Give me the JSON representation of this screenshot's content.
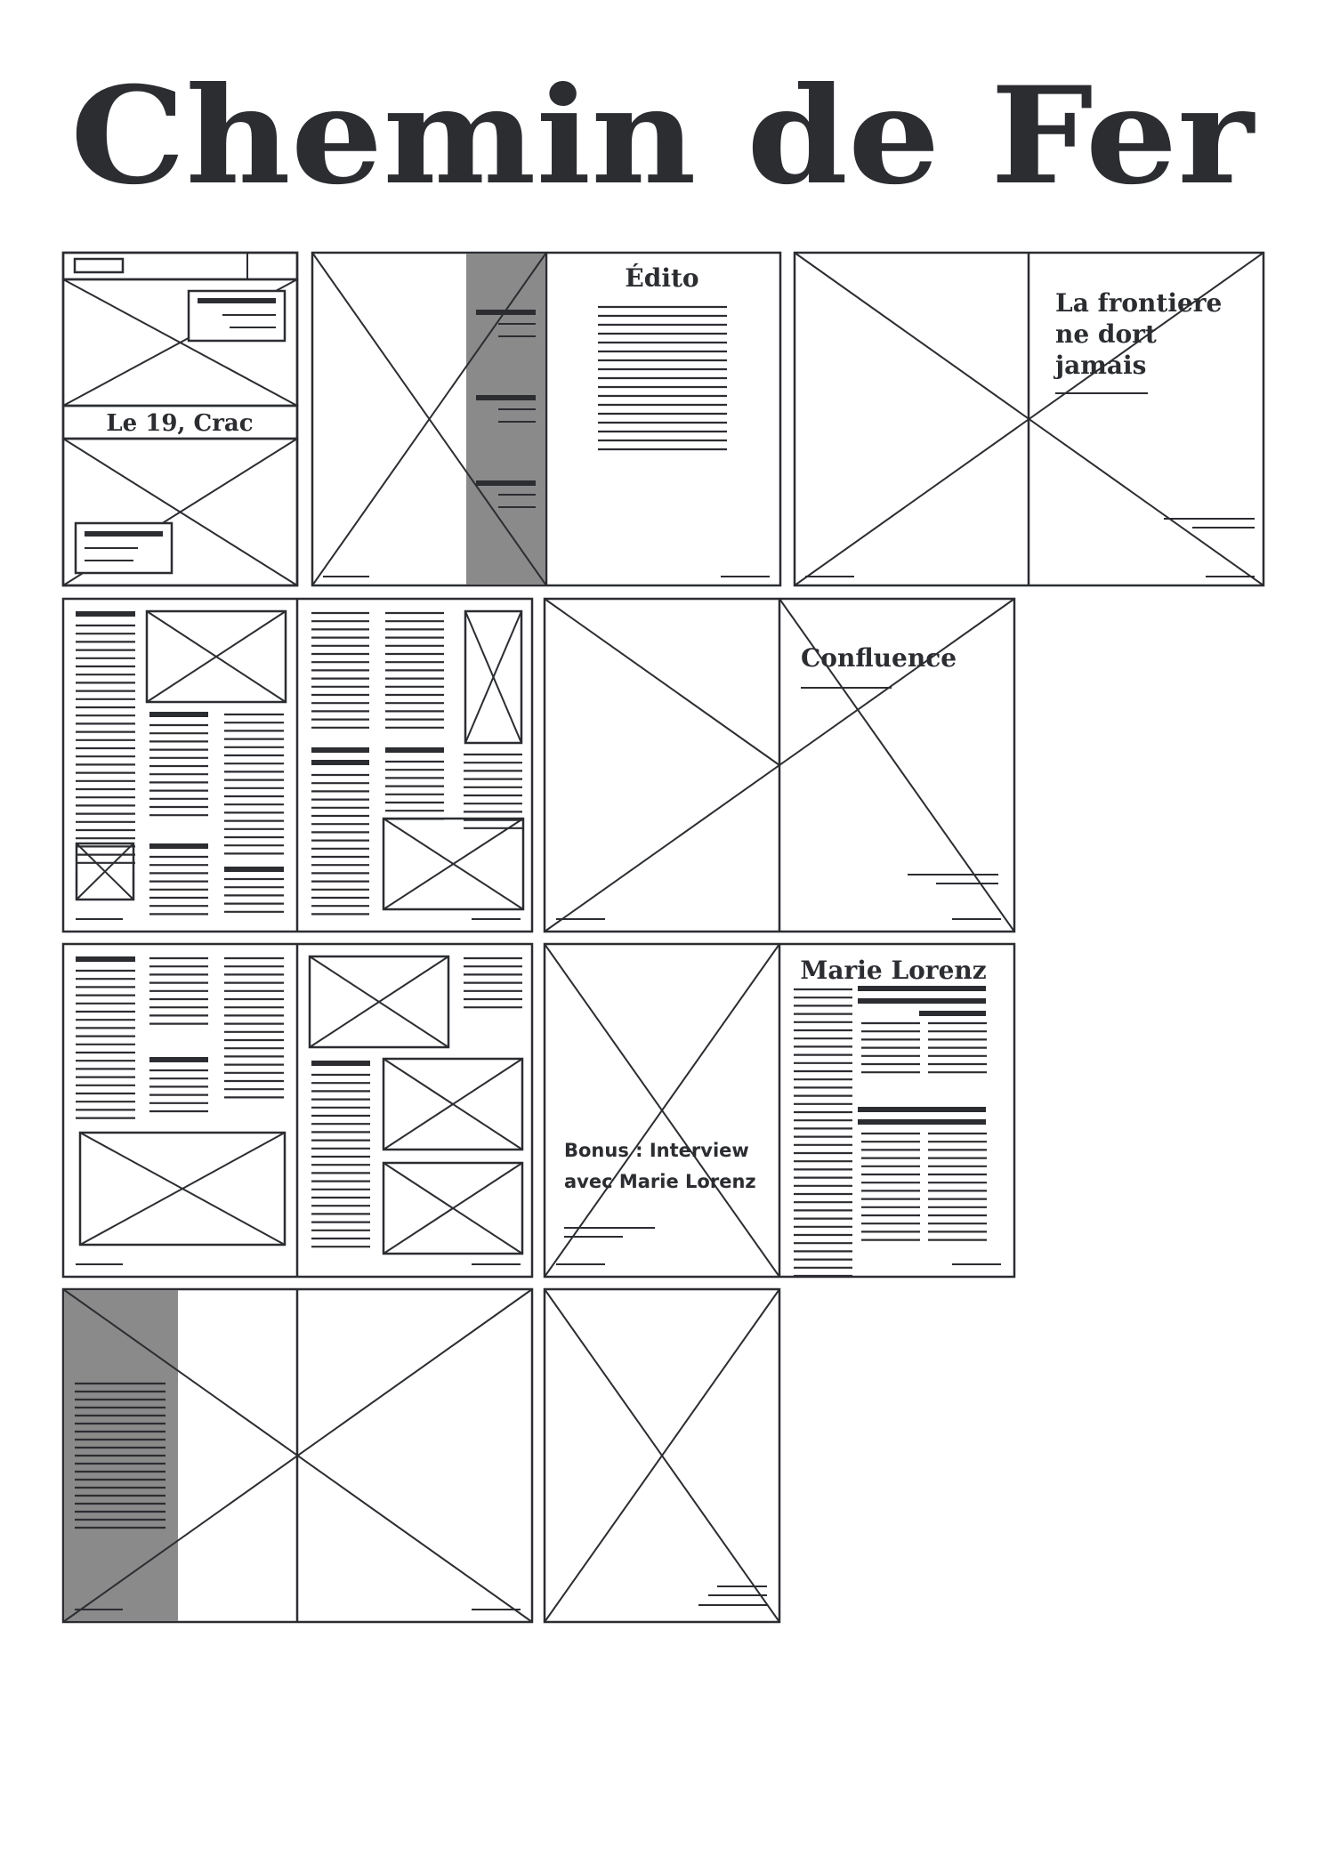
{
  "title": "Chemin de Fer",
  "colors": {
    "ink": "#2b2d31",
    "gray": "#8a8a8a",
    "paper": "#ffffff"
  },
  "spreads": {
    "cover": {
      "label": "Le 19, Crac"
    },
    "edito": {
      "label": "Édito"
    },
    "frontiere": {
      "lines": [
        "La frontiere",
        "ne dort",
        "jamais"
      ]
    },
    "confluence": {
      "label": "Confluence"
    },
    "lorenz": {
      "label": "Marie Lorenz"
    },
    "bonus": {
      "lines": [
        "Bonus : Interview",
        "avec Marie Lorenz"
      ]
    }
  }
}
